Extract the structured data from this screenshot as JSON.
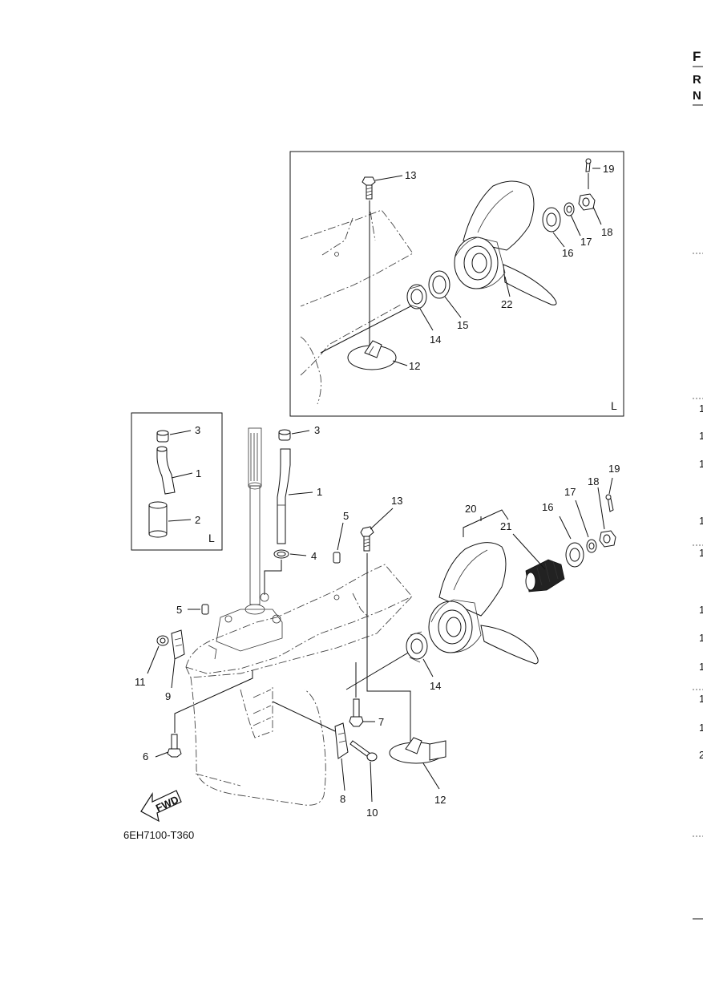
{
  "diagram_code": "6EH7100-T360",
  "fwd_label": "FWD",
  "variant_label": "L",
  "edge_text": {
    "header_letter": "F",
    "sub_letter_r": "R",
    "sub_letter_n": "N",
    "row_numbers": [
      "1",
      "1",
      "1",
      "1",
      "1",
      "1",
      "1",
      "1",
      "1",
      "1",
      "2"
    ]
  },
  "callouts": {
    "main": [
      "1",
      "3",
      "4",
      "5",
      "13",
      "5",
      "20",
      "21",
      "16",
      "17",
      "18",
      "19",
      "11",
      "9",
      "14",
      "7",
      "6",
      "8",
      "10",
      "12"
    ],
    "inset_tube": [
      "3",
      "1",
      "2"
    ],
    "inset_propeller": [
      "13",
      "19",
      "18",
      "17",
      "16",
      "22",
      "15",
      "14",
      "12"
    ]
  }
}
